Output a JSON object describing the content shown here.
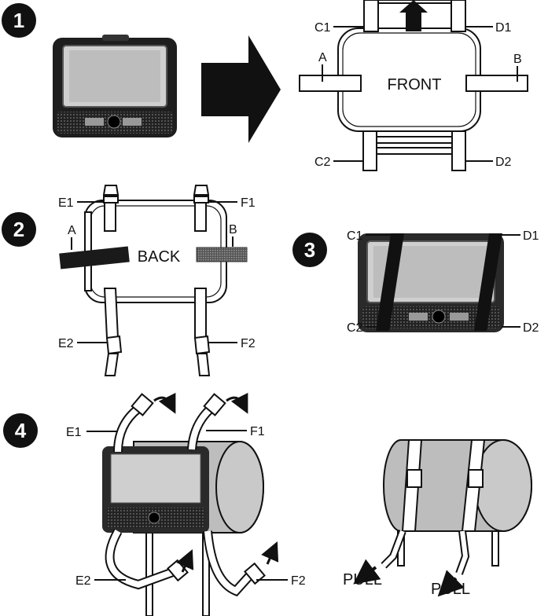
{
  "steps": {
    "s1": "1",
    "s2": "2",
    "s3": "3",
    "s4": "4"
  },
  "front_panel": {
    "title": "FRONT",
    "strap_a": "A",
    "strap_b": "B",
    "top_left": "C1",
    "top_right": "D1",
    "bottom_left": "C2",
    "bottom_right": "D2"
  },
  "back_panel": {
    "title": "BACK",
    "strap_a": "A",
    "strap_b": "B",
    "top_left": "E1",
    "top_right": "F1",
    "bottom_left": "E2",
    "bottom_right": "F2"
  },
  "mounted_view": {
    "top_left": "C1",
    "top_right": "D1",
    "bottom_left": "C2",
    "bottom_right": "D2"
  },
  "headrest_view": {
    "top_left": "E1",
    "top_right": "F1",
    "bottom_left": "E2",
    "bottom_right": "F2"
  },
  "final_view": {
    "pull_left": "PULL",
    "pull_right": "PULL"
  },
  "colors": {
    "ink": "#111111",
    "panel_gray": "#cfcfcf",
    "screen_gray": "#b5b5b5",
    "strap_dark": "#1a1a1a"
  }
}
